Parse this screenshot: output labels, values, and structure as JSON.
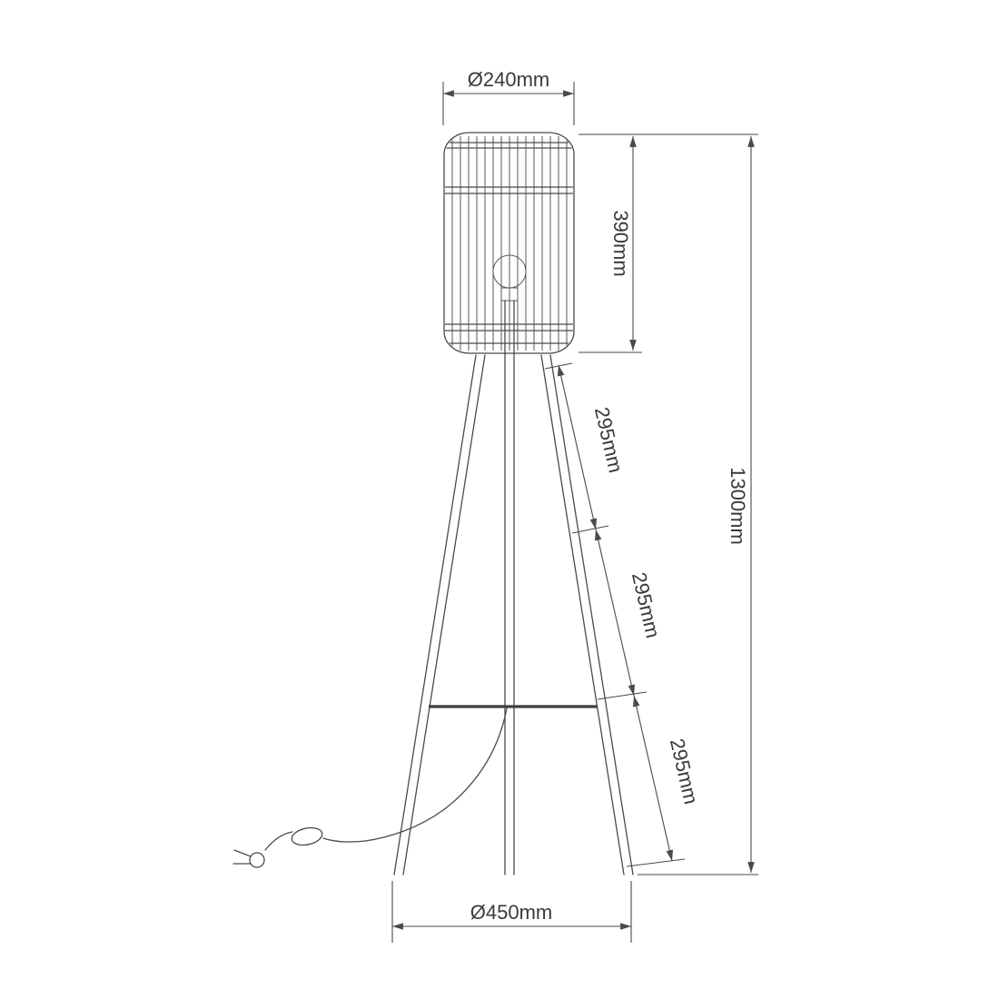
{
  "dimensions": {
    "shade_diameter": "Ø240mm",
    "shade_height": "390mm",
    "total_height": "1300mm",
    "leg_segments": [
      "295mm",
      "295mm",
      "295mm"
    ],
    "base_diameter": "Ø450mm"
  },
  "colors": {
    "line": "#4a4a4a",
    "text": "#3a3a3a",
    "background": "#ffffff"
  }
}
